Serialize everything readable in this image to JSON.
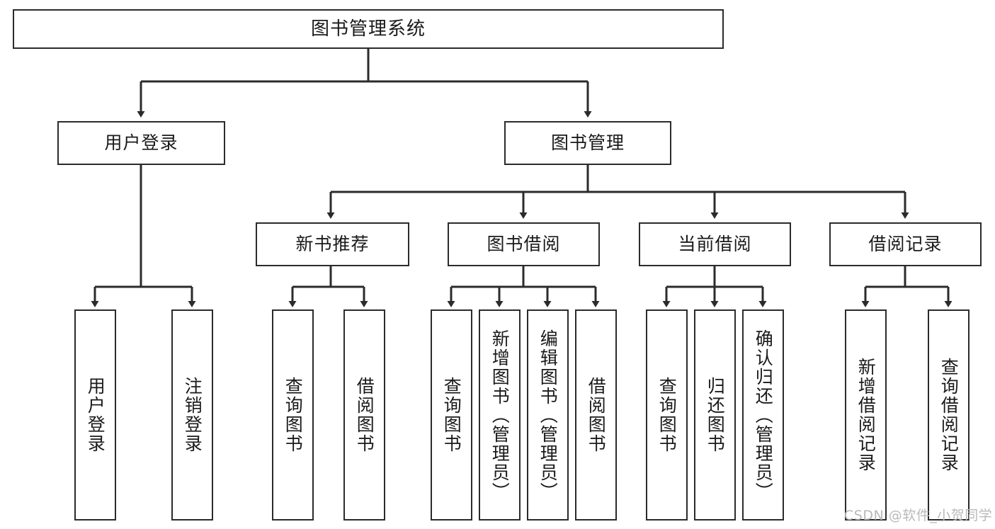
{
  "diagram": {
    "type": "tree-hierarchy-flowchart",
    "title": "图书管理系统",
    "watermark": "CSDN @软件_小贺同学",
    "colors": {
      "stroke": "#2b2b2b",
      "fill": "#ffffff",
      "text": "#1a1a1a",
      "watermark": "#b9b9b9"
    },
    "nodes": {
      "root": {
        "label": "图书管理系统"
      },
      "level2": [
        {
          "id": "user-login",
          "label": "用户登录"
        },
        {
          "id": "book-management",
          "label": "图书管理"
        }
      ],
      "level3": [
        {
          "id": "new-book-recommend",
          "label": "新书推荐"
        },
        {
          "id": "book-borrow",
          "label": "图书借阅"
        },
        {
          "id": "current-borrow",
          "label": "当前借阅"
        },
        {
          "id": "borrow-record",
          "label": "借阅记录"
        }
      ],
      "leaves": {
        "user-login": [
          {
            "id": "leaf-user-login",
            "label": "用户登录"
          },
          {
            "id": "leaf-logout-login",
            "label": "注销登录"
          }
        ],
        "new-book-recommend": [
          {
            "id": "leaf-query-book-1",
            "label": "查询图书"
          },
          {
            "id": "leaf-borrow-book-1",
            "label": "借阅图书"
          }
        ],
        "book-borrow": [
          {
            "id": "leaf-query-book-2",
            "label": "查询图书"
          },
          {
            "id": "leaf-add-book",
            "label": "新增图书（管理员）"
          },
          {
            "id": "leaf-edit-book",
            "label": "编辑图书（管理员）"
          },
          {
            "id": "leaf-borrow-book-2",
            "label": "借阅图书"
          }
        ],
        "current-borrow": [
          {
            "id": "leaf-query-book-3",
            "label": "查询图书"
          },
          {
            "id": "leaf-return-book",
            "label": "归还图书"
          },
          {
            "id": "leaf-confirm-return",
            "label": "确认归还（管理员）"
          }
        ],
        "borrow-record": [
          {
            "id": "leaf-add-record",
            "label": "新增借阅记录"
          },
          {
            "id": "leaf-query-record",
            "label": "查询借阅记录"
          }
        ]
      }
    },
    "edges": [
      {
        "from": "图书管理系统",
        "to": "用户登录"
      },
      {
        "from": "图书管理系统",
        "to": "图书管理"
      },
      {
        "from": "图书管理",
        "to": "新书推荐"
      },
      {
        "from": "图书管理",
        "to": "图书借阅"
      },
      {
        "from": "图书管理",
        "to": "当前借阅"
      },
      {
        "from": "图书管理",
        "to": "借阅记录"
      },
      {
        "from": "用户登录",
        "to": "用户登录"
      },
      {
        "from": "用户登录",
        "to": "注销登录"
      },
      {
        "from": "新书推荐",
        "to": "查询图书"
      },
      {
        "from": "新书推荐",
        "to": "借阅图书"
      },
      {
        "from": "图书借阅",
        "to": "查询图书"
      },
      {
        "from": "图书借阅",
        "to": "新增图书（管理员）"
      },
      {
        "from": "图书借阅",
        "to": "编辑图书（管理员）"
      },
      {
        "from": "图书借阅",
        "to": "借阅图书"
      },
      {
        "from": "当前借阅",
        "to": "查询图书"
      },
      {
        "from": "当前借阅",
        "to": "归还图书"
      },
      {
        "from": "当前借阅",
        "to": "确认归还（管理员）"
      },
      {
        "from": "借阅记录",
        "to": "新增借阅记录"
      },
      {
        "from": "借阅记录",
        "to": "查询借阅记录"
      }
    ]
  }
}
